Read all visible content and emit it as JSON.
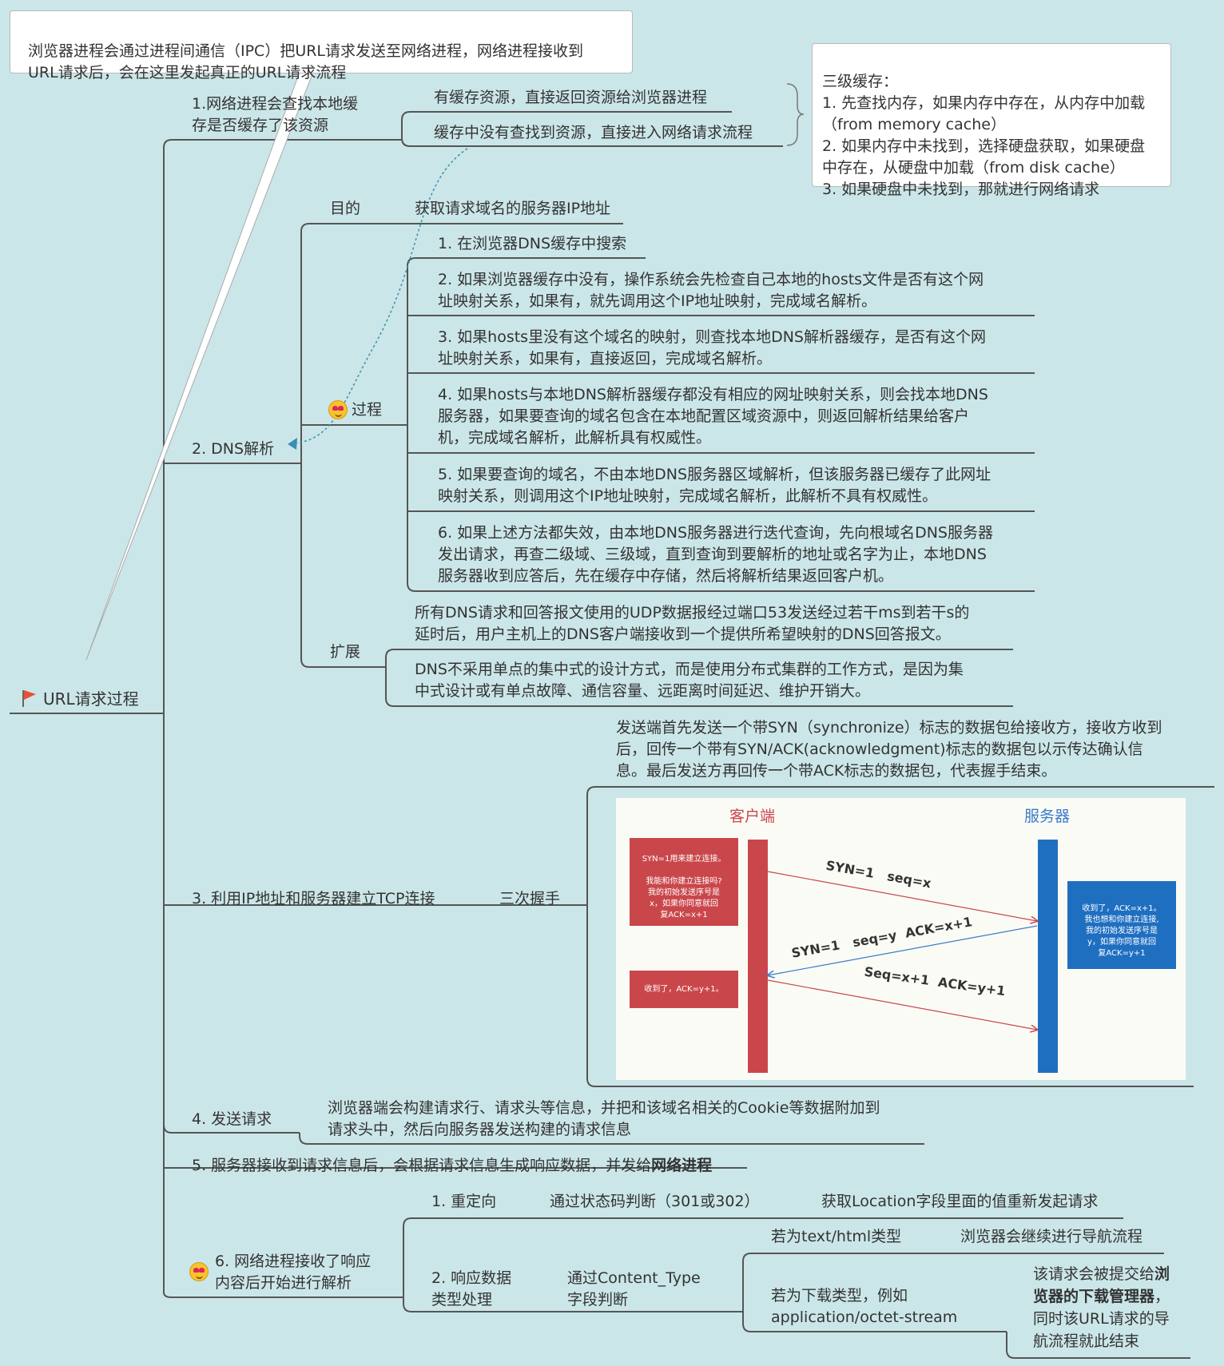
{
  "top_note": {
    "line1": "浏览器进程会通过进程间通信（IPC）把URL请求发送至网络进程，网络进程接收到",
    "line2": "URL请求后，会在这里发起真正的URL请求流程"
  },
  "cache_note": {
    "title": "三级缓存：",
    "lines": [
      "1. 先查找内存，如果内存中存在，从内存中加载",
      "（from memory cache）",
      "2. 如果内存中未找到，选择硬盘获取，如果硬盘",
      "中存在，从硬盘中加载（from disk cache）",
      "3. 如果硬盘中未找到，那就进行网络请求"
    ]
  },
  "root": {
    "label": "URL请求过程"
  },
  "step1": {
    "line1": "1.网络进程会查找本地缓",
    "line2": "存是否缓存了该资源",
    "has_cache": "有缓存资源，直接返回资源给浏览器进程",
    "no_cache": "缓存中没有查找到资源，直接进入网络请求流程"
  },
  "step2": {
    "label": "2. DNS解析",
    "purpose_label": "目的",
    "purpose_text": "获取请求域名的服务器IP地址",
    "process_label": "过程",
    "process_items": [
      [
        "1. 在浏览器DNS缓存中搜索"
      ],
      [
        "2. 如果浏览器缓存中没有，操作系统会先检查自己本地的hosts文件是否有这个网",
        "址映射关系，如果有，就先调用这个IP地址映射，完成域名解析。"
      ],
      [
        "3. 如果hosts里没有这个域名的映射，则查找本地DNS解析器缓存，是否有这个网",
        "址映射关系，如果有，直接返回，完成域名解析。"
      ],
      [
        "4. 如果hosts与本地DNS解析器缓存都没有相应的网址映射关系，则会找本地DNS",
        "服务器，如果要查询的域名包含在本地配置区域资源中，则返回解析结果给客户",
        "机，完成域名解析，此解析具有权威性。"
      ],
      [
        "5. 如果要查询的域名，不由本地DNS服务器区域解析，但该服务器已缓存了此网址",
        "映射关系，则调用这个IP地址映射，完成域名解析，此解析不具有权威性。"
      ],
      [
        "6. 如果上述方法都失效，由本地DNS服务器进行迭代查询，先向根域名DNS服务器",
        "发出请求，再查二级域、三级域，直到查询到要解析的地址或名字为止，本地DNS",
        "服务器收到应答后，先在缓存中存储，然后将解析结果返回客户机。"
      ]
    ],
    "extend_label": "扩展",
    "extend_items": [
      [
        "所有DNS请求和回答报文使用的UDP数据报经过端口53发送经过若干ms到若干s的",
        "延时后，用户主机上的DNS客户端接收到一个提供所希望映射的DNS回答报文。"
      ],
      [
        "DNS不采用单点的集中式的设计方式，而是使用分布式集群的工作方式，是因为集",
        "中式设计或有单点故障、通信容量、远距离时间延迟、维护开销大。"
      ]
    ]
  },
  "step3": {
    "label": "3. 利用IP地址和服务器建立TCP连接",
    "sub_label": "三次握手",
    "desc": [
      "发送端首先发送一个带SYN（synchronize）标志的数据包给接收方，接收方收到",
      "后，回传一个带有SYN/ACK(acknowledgment)标志的数据包以示传达确认信",
      "息。最后发送方再回传一个带ACK标志的数据包，代表握手结束。"
    ],
    "figure": {
      "client_title": "客户端",
      "server_title": "服务器",
      "client_note1": [
        "SYN=1用来建立连接。",
        "",
        "我能和你建立连接吗?",
        "我的初始发送序号是",
        "x，如果你同意就回",
        "复ACK=x+1"
      ],
      "client_note2": "收到了，ACK=y+1。",
      "server_note": [
        "收到了，ACK=x+1。",
        "我也想和你建立连接,",
        "我的初始发送序号是",
        "y，如果你同意就回",
        "复ACK=y+1"
      ],
      "arrow1": "SYN=1   seq=x",
      "arrow2": "SYN=1   seq=y  ACK=x+1",
      "arrow3": "Seq=x+1  ACK=y+1",
      "client_color": "#c9474b",
      "server_color": "#1f6fc1"
    }
  },
  "step4": {
    "label": "4. 发送请求",
    "text": [
      "浏览器端会构建请求行、请求头等信息，并把和该域名相关的Cookie等数据附加到",
      "请求头中，然后向服务器发送构建的请求信息"
    ]
  },
  "step5": {
    "text": "5. 服务器接收到请求信息后，会根据请求信息生成响应数据，并发给",
    "bold": "网络进程"
  },
  "step6": {
    "line1": "6. 网络进程接收了响应",
    "line2": "内容后开始进行解析",
    "redirect_label": "1. 重定向",
    "redirect_judge": "通过状态码判断（301或302）",
    "redirect_action": "获取Location字段里面的值重新发起请求",
    "resp_line1": "2. 响应数据",
    "resp_line2": "类型处理",
    "ct_line1": "通过Content_Type",
    "ct_line2": "字段判断",
    "html_type": "若为text/html类型",
    "html_action": "浏览器会继续进行导航流程",
    "dl_line1": "若为下载类型，例如",
    "dl_line2": "application/octet-stream",
    "dl_action1_a": "该请求会被提交给",
    "dl_action1_b": "浏",
    "dl_action2_b": "览器的下载管理器",
    "dl_action2_c": "，",
    "dl_action3": "同时该URL请求的导",
    "dl_action4": "航流程就此结束"
  }
}
